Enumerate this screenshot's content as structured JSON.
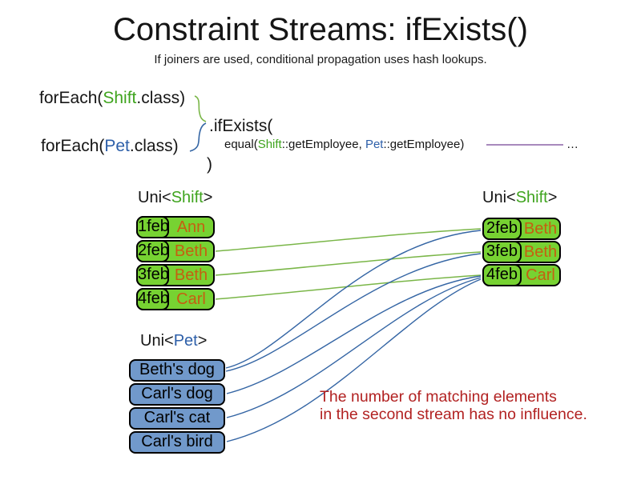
{
  "title": "Constraint Streams: ifExists()",
  "subtitle": "If joiners are used, conditional propagation uses hash lookups.",
  "code": {
    "foreach_shift": {
      "pre": "forEach(",
      "cls": "Shift",
      "post": ".class)"
    },
    "foreach_pet": {
      "pre": "forEach(",
      "cls": "Pet",
      "post": ".class)"
    },
    "if_exists": ".ifExists(",
    "equal": {
      "pre": "equal(",
      "shift": "Shift",
      "mid": "::getEmployee, ",
      "pet": "Pet",
      "post": "::getEmployee)"
    },
    "ellipsis": "…",
    "close_paren": ")"
  },
  "left_table": {
    "label_pre": "Uni<",
    "label_type": "Shift",
    "label_post": ">",
    "rows": [
      {
        "date": "1feb",
        "name": "Ann"
      },
      {
        "date": "2feb",
        "name": "Beth"
      },
      {
        "date": "3feb",
        "name": "Beth"
      },
      {
        "date": "4feb",
        "name": "Carl"
      }
    ]
  },
  "right_table": {
    "label_pre": "Uni<",
    "label_type": "Shift",
    "label_post": ">",
    "rows": [
      {
        "date": "2feb",
        "name": "Beth"
      },
      {
        "date": "3feb",
        "name": "Beth"
      },
      {
        "date": "4feb",
        "name": "Carl"
      }
    ]
  },
  "pet_list": {
    "label_pre": "Uni<",
    "label_type": "Pet",
    "label_post": ">",
    "items": [
      "Beth's dog",
      "Carl's dog",
      "Carl's cat",
      "Carl's bird"
    ]
  },
  "note": {
    "line1": "The number of matching elements",
    "line2": "in the second stream has no influence."
  },
  "colors": {
    "shift_text_green": "#3fa41e",
    "pet_text_blue": "#2d5fa9",
    "box_green": "#77d232",
    "box_blue": "#7199cb",
    "name_orange": "#c55f11",
    "note_red": "#b22222",
    "line_green": "#7ab648",
    "line_blue": "#3465a4",
    "continuation_purple": "#8b62a5"
  }
}
